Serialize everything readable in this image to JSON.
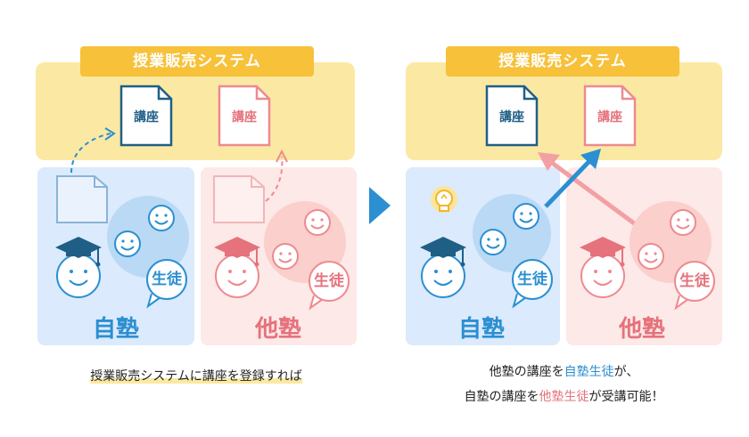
{
  "left": {
    "system_title": "授業販売システム",
    "doc_own": "講座",
    "doc_other": "講座",
    "own_school": "自塾",
    "other_school": "他塾",
    "students_own": "生徒",
    "students_other": "生徒",
    "caption": "授業販売システムに講座を登録すれば"
  },
  "right": {
    "system_title": "授業販売システム",
    "doc_own": "講座",
    "doc_other": "講座",
    "own_school": "自塾",
    "other_school": "他塾",
    "students_own": "生徒",
    "students_other": "生徒",
    "caption_line1": {
      "a": "他塾の講座を",
      "b": "自塾生徒",
      "c": "が、"
    },
    "caption_line2": {
      "a": "自塾の講座を",
      "b": "他塾生徒",
      "c": "が受講可能！"
    }
  },
  "colors": {
    "accent_yellow": "#f7c13a",
    "system_bg": "#fbe9a3",
    "own_blue": "#2b8fd1",
    "other_pink": "#ee8a90"
  }
}
